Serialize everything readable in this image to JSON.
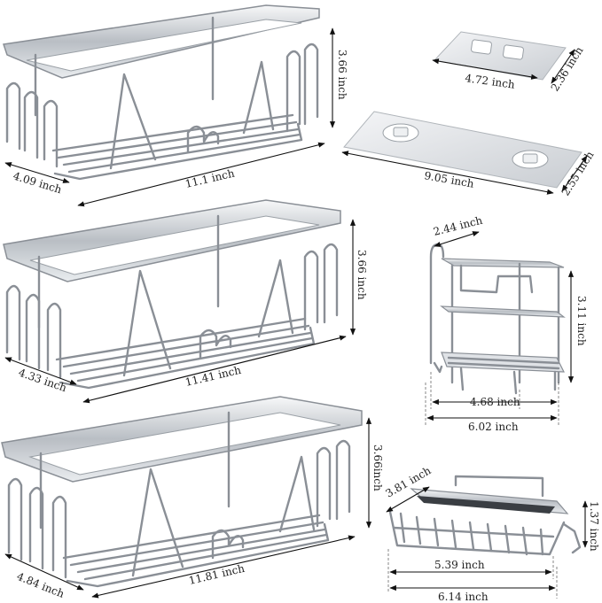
{
  "items": [
    {
      "id": "basket-small",
      "dims": {
        "length": "11.1 inch",
        "depth": "4.09 inch",
        "height": "3.66 inch"
      }
    },
    {
      "id": "basket-medium",
      "dims": {
        "length": "11.41 inch",
        "depth": "4.33 inch",
        "height": "3.66 inch"
      }
    },
    {
      "id": "basket-large",
      "dims": {
        "length": "11.81 inch",
        "depth": "4.84 inch",
        "height": "3.66inch"
      }
    },
    {
      "id": "adhesive-small",
      "dims": {
        "length": "4.72 inch",
        "depth": "2.36 inch"
      }
    },
    {
      "id": "adhesive-large",
      "dims": {
        "length": "9.05 inch",
        "depth": "2.55 inch"
      }
    },
    {
      "id": "toothbrush-holder",
      "dims": {
        "top_depth": "2.44 inch",
        "height": "3.11 inch",
        "inner_width": "4.68 inch",
        "outer_width": "6.02 inch"
      }
    },
    {
      "id": "soap-dish",
      "dims": {
        "depth": "3.81 inch",
        "height": "1.37 inch",
        "inner_width": "5.39 inch",
        "outer_width": "6.14 inch"
      }
    }
  ],
  "colors": {
    "steel": "#8a8f96",
    "steel_light": "#e4e7ea",
    "plate": "#dfe2e6",
    "dimension": "#111111"
  }
}
